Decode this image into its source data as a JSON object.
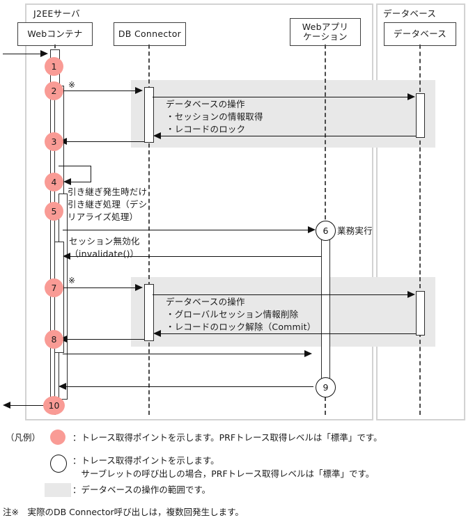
{
  "groups": [
    {
      "title": "J2EEサーバ"
    },
    {
      "title": "データベース"
    }
  ],
  "participants": [
    {
      "name": "Webコンテナ"
    },
    {
      "name": "DB Connector"
    },
    {
      "name": "Webアプリ\nケーション"
    },
    {
      "name": "データベース"
    }
  ],
  "trace_points": [
    {
      "id": "1",
      "kind": "filled"
    },
    {
      "id": "2",
      "kind": "filled"
    },
    {
      "id": "3",
      "kind": "filled"
    },
    {
      "id": "4",
      "kind": "filled"
    },
    {
      "id": "5",
      "kind": "filled"
    },
    {
      "id": "6",
      "kind": "hollow"
    },
    {
      "id": "7",
      "kind": "filled"
    },
    {
      "id": "8",
      "kind": "filled"
    },
    {
      "id": "9",
      "kind": "hollow"
    },
    {
      "id": "10",
      "kind": "filled"
    }
  ],
  "messages": {
    "db_op_1": "データベースの操作\n・セッションの情報取得\n・レコードのロック",
    "takeover": "引き継ぎ発生時だけ\n引き継ぎ処理（デシ\nリアライズ処理）",
    "invalidate": "セッション無効化\n（invalidate()）",
    "business": "業務実行",
    "db_op_2": "データベースの操作\n・グローバルセッション情報削除\n・レコードのロック解除（Commit）"
  },
  "annotations": {
    "asterisk_1": "※",
    "asterisk_2": "※"
  },
  "legend": {
    "title": "（凡例）",
    "items": [
      {
        "marker": "filled-circle",
        "text": "：トレース取得ポイントを示します。PRFトレース取得レベルは「標準」です。"
      },
      {
        "marker": "hollow-circle",
        "text": "：トレース取得ポイントを示します。\n　サーブレットの呼び出しの場合，PRFトレース取得レベルは「標準」です。"
      },
      {
        "marker": "gray-square",
        "text": "：データベースの操作の範囲です。"
      }
    ]
  },
  "footnote": "注※　実際のDB Connector呼び出しは，複数回発生します。",
  "colors": {
    "trace_point_fill": "#f99b95",
    "shaded_region": "#e8e8e8",
    "group_border": "#d2d2d2",
    "line": "#111111"
  }
}
